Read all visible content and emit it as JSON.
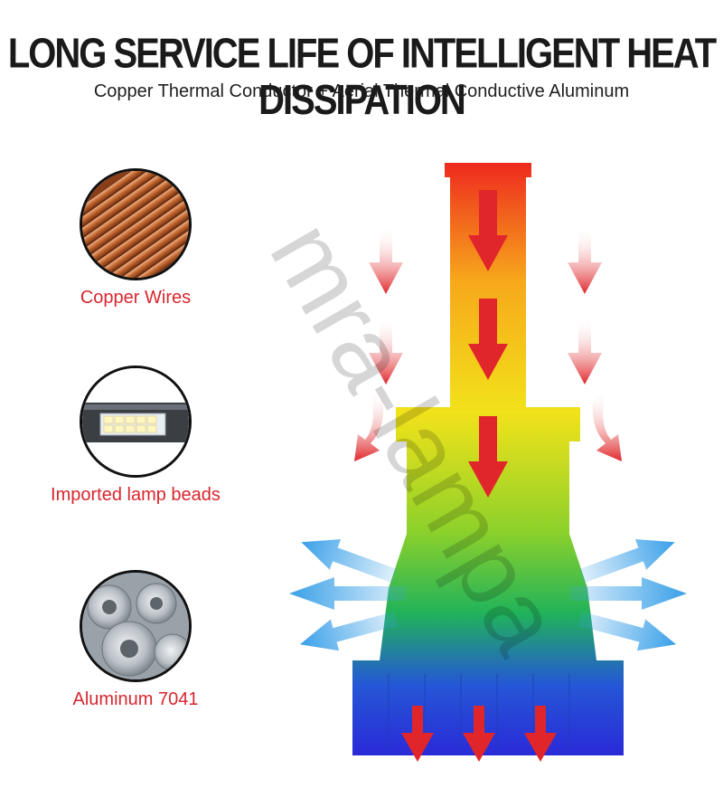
{
  "header": {
    "title": "LONG SERVICE LIFE OF INTELLIGENT HEAT DISSIPATION",
    "subtitle": "Copper Thermal Conductor + Aerial Thermal Conductive Aluminum"
  },
  "features": [
    {
      "label": "Copper Wires",
      "icon": "copper-wires-icon"
    },
    {
      "label": "Imported lamp beads",
      "icon": "lamp-beads-icon"
    },
    {
      "label": "Aluminum 7041",
      "icon": "aluminum-rolls-icon"
    }
  ],
  "watermark": "mra-lampa",
  "colors": {
    "accent_red": "#d8262e",
    "arrow_red": "#e0262a",
    "airflow_blue": "#3aa0e8",
    "gradient": [
      "#ee2a1e",
      "#f7a81b",
      "#f2e21a",
      "#8ed12a",
      "#21b35a",
      "#2557d6",
      "#2a2ad8"
    ]
  }
}
